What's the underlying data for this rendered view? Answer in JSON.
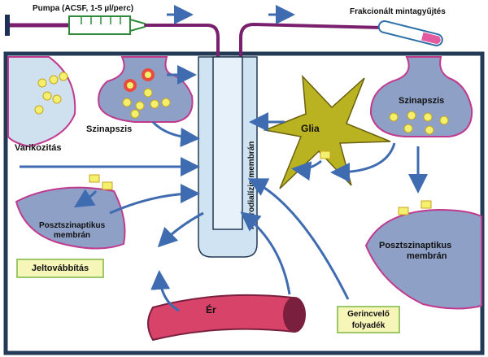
{
  "labels": {
    "pump": "Pumpa (ACSF, 1-5 µl/perc)",
    "fraction": "Frakcionált mintagyűjtés",
    "synapse_left": "Szinapszis",
    "varicosity": "Varikozitás",
    "postsynaptic_left_line1": "Posztszinaptikus",
    "postsynaptic_left_line2": "membrán",
    "signal": "Jeltovábbítás",
    "membrane": "mikrodialízis membrán",
    "glia": "Glia",
    "synapse_right": "Szinapszis",
    "postsynaptic_right_line1": "Posztszinaptikus",
    "postsynaptic_right_line2": "membrán",
    "vessel": "Ér",
    "csf_line1": "Gerincvelő",
    "csf_line2": "folyadék"
  },
  "colors": {
    "frame": "#223a55",
    "tube": "#7a1f6e",
    "synapse": "#8ea0c6",
    "vesicle": "#f3f06d",
    "glia": "#b9b321",
    "vessel": "#d8436a",
    "probe": "#cfe3f2",
    "arrow": "#3f6bb1",
    "label_box": "#f6f6b8"
  }
}
